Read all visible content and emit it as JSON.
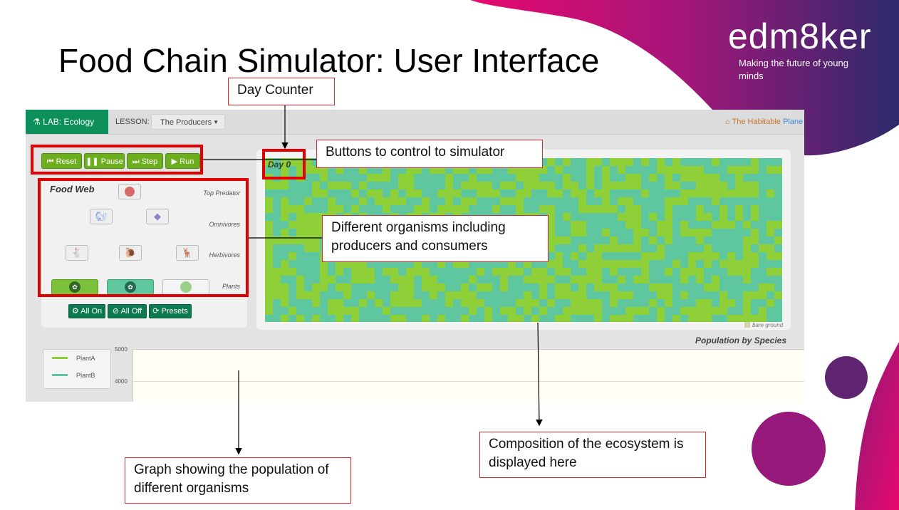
{
  "slide": {
    "title": "Food Chain Simulator: User Interface",
    "logo": "edm8ker",
    "tagline": "Making the future of young minds"
  },
  "app": {
    "lab_tab": "LAB: Ecology",
    "lesson_label": "LESSON:",
    "lesson_value": "The Producers",
    "habitable_a": "The Habitable ",
    "habitable_b": "Plane",
    "controls": {
      "reset": "Reset",
      "pause": "Pause",
      "step": "Step",
      "run": "Run"
    },
    "food_web": {
      "title": "Food Web",
      "levels": [
        "Top Predator",
        "Omnivores",
        "Herbivores",
        "Plants"
      ]
    },
    "bottom_buttons": {
      "all_on": "All On",
      "all_off": "All Off",
      "presets": "Presets"
    },
    "day": "Day 0",
    "ground_legend": "bare ground",
    "population_title": "Population by Species",
    "chart_legend": [
      {
        "name": "PlantA",
        "color": "#8fd039"
      },
      {
        "name": "PlantB",
        "color": "#5fc7a0"
      }
    ],
    "y_ticks": [
      "5000",
      "4000"
    ],
    "colors": {
      "plantA": "#8fd039",
      "plantB": "#5fc7a0",
      "lab_green": "#0c8f5a",
      "control_green": "#6cae1d"
    }
  },
  "annotations": {
    "day_counter": "Day Counter",
    "buttons": "Buttons to control to simulator",
    "organisms": "Different organisms including producers and consumers",
    "composition": "Composition of the ecosystem is displayed here",
    "graph": "Graph showing the population of different organisms"
  }
}
